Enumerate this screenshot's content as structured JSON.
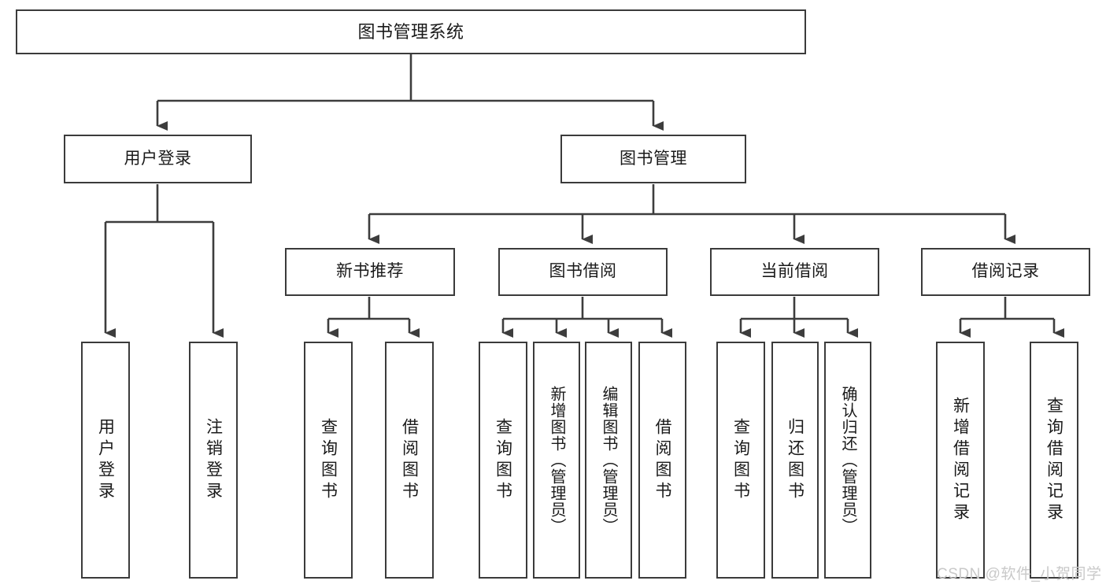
{
  "diagram": {
    "title": "图书管理系统",
    "type": "tree-hierarchy",
    "colors": {
      "box_border": "#3b3b3b",
      "box_fill": "#ffffff",
      "connector": "#3d3d3d",
      "text": "#1a1a1a",
      "watermark": "#c9c9c9"
    },
    "nodes": {
      "root": {
        "label": "图书管理系统"
      },
      "level2": [
        {
          "label": "用户登录"
        },
        {
          "label": "图书管理"
        }
      ],
      "level3": [
        {
          "label": "新书推荐"
        },
        {
          "label": "图书借阅"
        },
        {
          "label": "当前借阅"
        },
        {
          "label": "借阅记录"
        }
      ],
      "leaves_user_login": [
        {
          "label": "用户登录"
        },
        {
          "label": "注销登录"
        }
      ],
      "leaves_new_books": [
        {
          "label": "查询图书"
        },
        {
          "label": "借阅图书"
        }
      ],
      "leaves_borrow": [
        {
          "label": "查询图书"
        },
        {
          "label": "新增图书（管理员）"
        },
        {
          "label": "编辑图书（管理员）"
        },
        {
          "label": "借阅图书"
        }
      ],
      "leaves_current": [
        {
          "label": "查询图书"
        },
        {
          "label": "归还图书"
        },
        {
          "label": "确认归还（管理员）"
        }
      ],
      "leaves_records": [
        {
          "label": "新增借阅记录"
        },
        {
          "label": "查询借阅记录"
        }
      ]
    },
    "watermark": "CSDN @软件_小贺同学"
  }
}
